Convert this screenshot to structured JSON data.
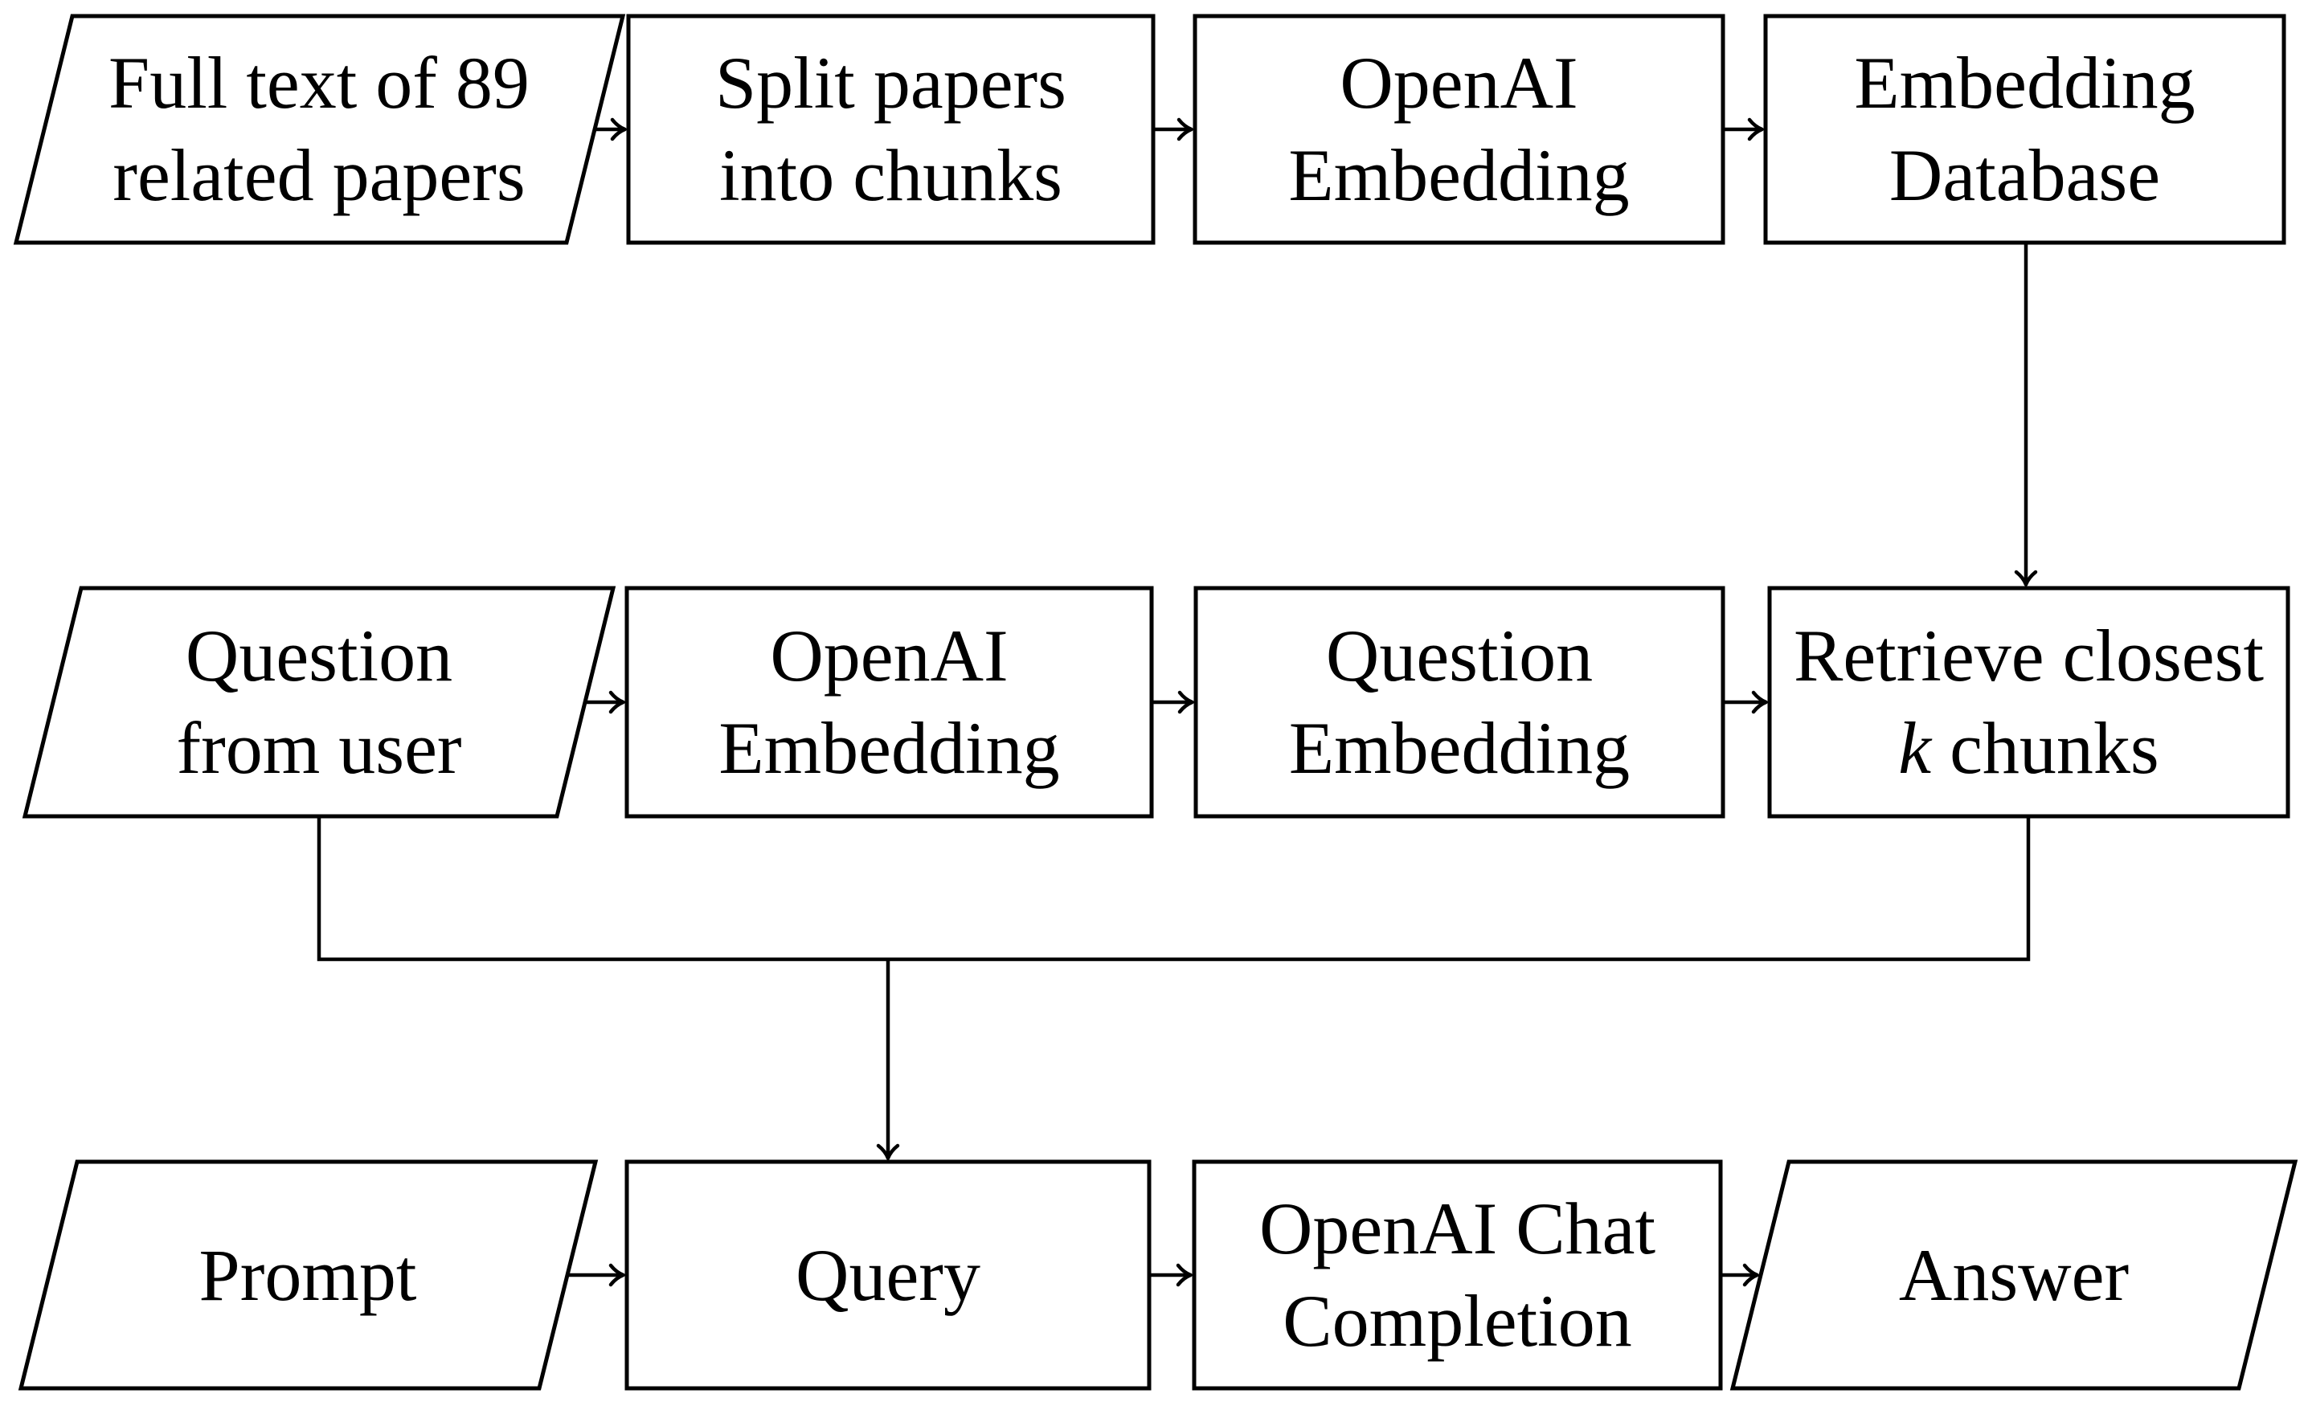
{
  "diagram": {
    "type": "flowchart",
    "colors": {
      "background": "#ffffff",
      "stroke": "#000000",
      "text": "#000000"
    },
    "nodes": [
      {
        "id": "full-text",
        "shape": "parallelogram",
        "lines": [
          "Full text of 89",
          "related papers"
        ]
      },
      {
        "id": "split-papers",
        "shape": "rectangle",
        "lines": [
          "Split papers",
          "into chunks"
        ]
      },
      {
        "id": "openai-embedding-top",
        "shape": "rectangle",
        "lines": [
          "OpenAI",
          "Embedding"
        ]
      },
      {
        "id": "embedding-database",
        "shape": "rectangle",
        "lines": [
          "Embedding",
          "Database"
        ]
      },
      {
        "id": "question-from-user",
        "shape": "parallelogram",
        "lines": [
          "Question",
          "from user"
        ]
      },
      {
        "id": "openai-embedding-mid",
        "shape": "rectangle",
        "lines": [
          "OpenAI",
          "Embedding"
        ]
      },
      {
        "id": "question-embedding",
        "shape": "rectangle",
        "lines": [
          "Question",
          "Embedding"
        ]
      },
      {
        "id": "retrieve-closest",
        "shape": "rectangle",
        "lines": [
          "Retrieve closest"
        ],
        "var_italic": "k",
        "var_rest": " chunks"
      },
      {
        "id": "prompt",
        "shape": "parallelogram",
        "lines": [
          "Prompt"
        ]
      },
      {
        "id": "query",
        "shape": "rectangle",
        "lines": [
          "Query"
        ]
      },
      {
        "id": "chat-completion",
        "shape": "rectangle",
        "lines": [
          "OpenAI Chat",
          "Completion"
        ]
      },
      {
        "id": "answer",
        "shape": "parallelogram",
        "lines": [
          "Answer"
        ]
      }
    ],
    "edges": [
      {
        "from": "full-text",
        "to": "split-papers",
        "arrow": true
      },
      {
        "from": "split-papers",
        "to": "openai-embedding-top",
        "arrow": true
      },
      {
        "from": "openai-embedding-top",
        "to": "embedding-database",
        "arrow": true
      },
      {
        "from": "embedding-database",
        "to": "retrieve-closest",
        "arrow": true
      },
      {
        "from": "question-from-user",
        "to": "openai-embedding-mid",
        "arrow": true
      },
      {
        "from": "openai-embedding-mid",
        "to": "question-embedding",
        "arrow": true
      },
      {
        "from": "question-embedding",
        "to": "retrieve-closest",
        "arrow": true
      },
      {
        "from": "question-from-user",
        "to": "query",
        "via": "bus",
        "arrow": true
      },
      {
        "from": "retrieve-closest",
        "to": "query",
        "via": "bus",
        "arrow": true
      },
      {
        "from": "prompt",
        "to": "query",
        "arrow": true
      },
      {
        "from": "query",
        "to": "chat-completion",
        "arrow": true
      },
      {
        "from": "chat-completion",
        "to": "answer",
        "arrow": true
      }
    ]
  }
}
